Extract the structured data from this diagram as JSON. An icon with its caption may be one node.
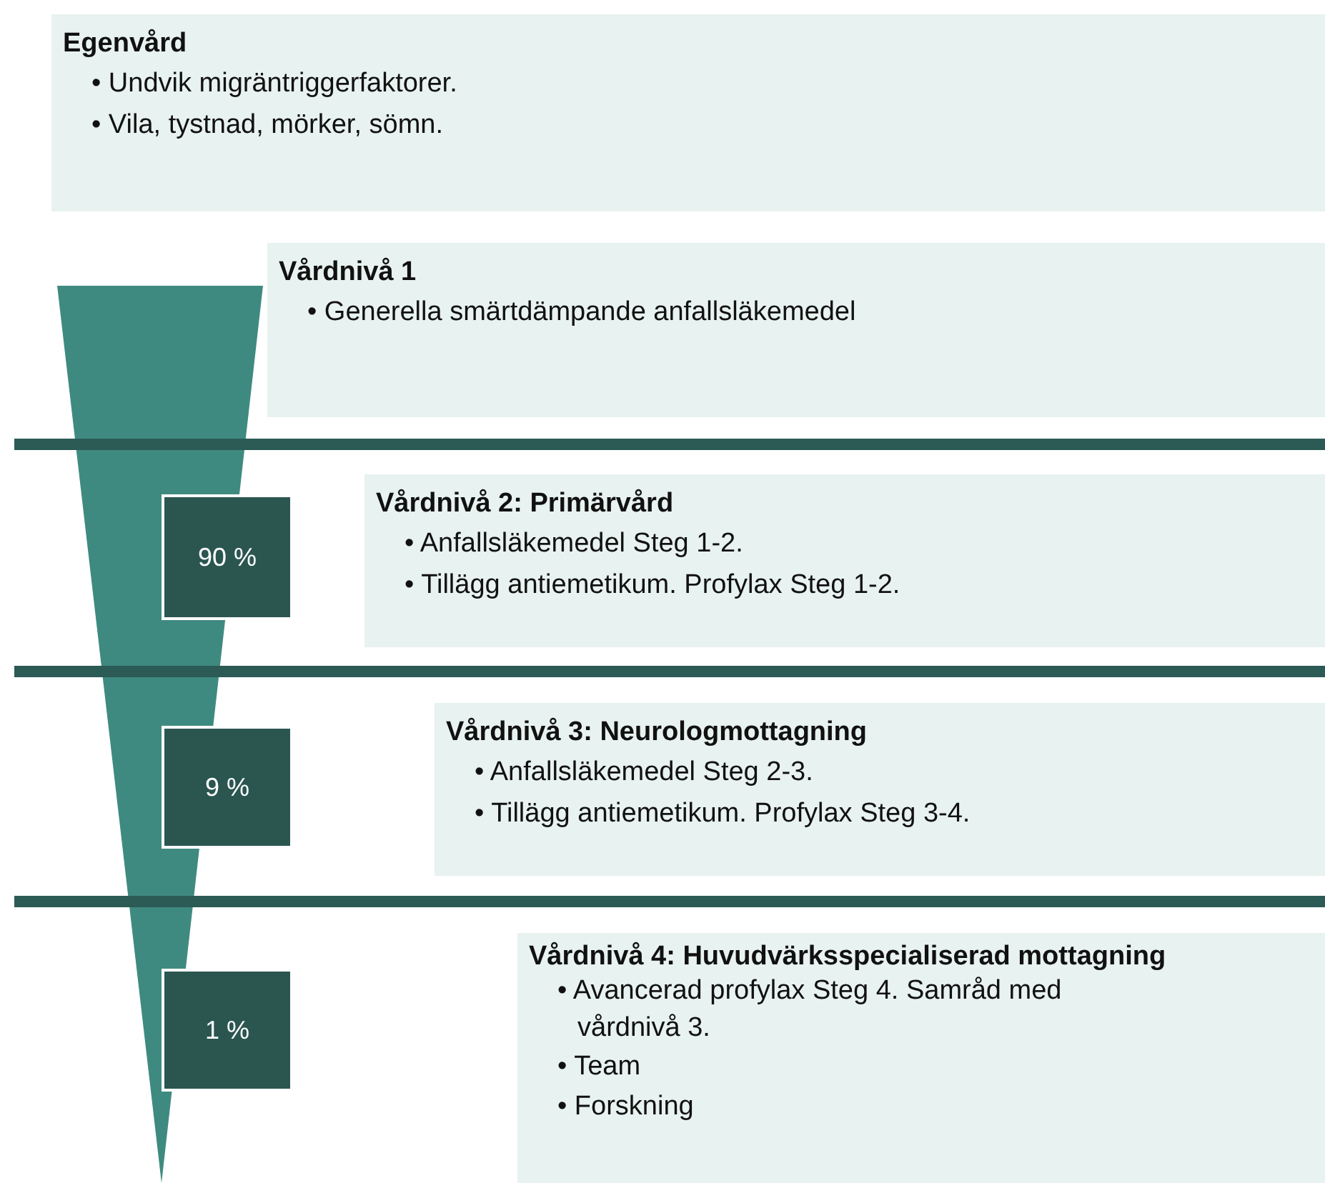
{
  "diagram": {
    "nodes": [
      {
        "text": [
          "Egenvård",
          "• Undvik migräntriggerfaktorer.",
          "• Vila, tystnad, mörker, sömn."
        ]
      },
      {
        "text": [
          "Vårdnivå 1",
          "• Generella smärtdämpande anfallsläkemedel"
        ]
      },
      {
        "text": [
          "90 %"
        ]
      },
      {
        "text": [
          "Vårdnivå 2: Primärvård",
          "• Anfallsläkemedel Steg 1-2.",
          "• Tillägg antiemetikum. Profylax Steg 1-2."
        ]
      },
      {
        "text": [
          "9 %"
        ]
      },
      {
        "text": [
          "Vårdnivå 3: Neurologmottagning",
          "• Anfallsläkemedel Steg 2-3.",
          "• Tillägg antiemetikum. Profylax Steg 3-4."
        ]
      },
      {
        "text": [
          "1 %"
        ]
      },
      {
        "text": [
          "Vårdnivå 4: Huvudvärksspecialiserad mottagning",
          "• Avancerad profylax Steg 4. Samråd med vårdnivå 3.",
          "• Team",
          "• Forskning"
        ]
      }
    ]
  }
}
